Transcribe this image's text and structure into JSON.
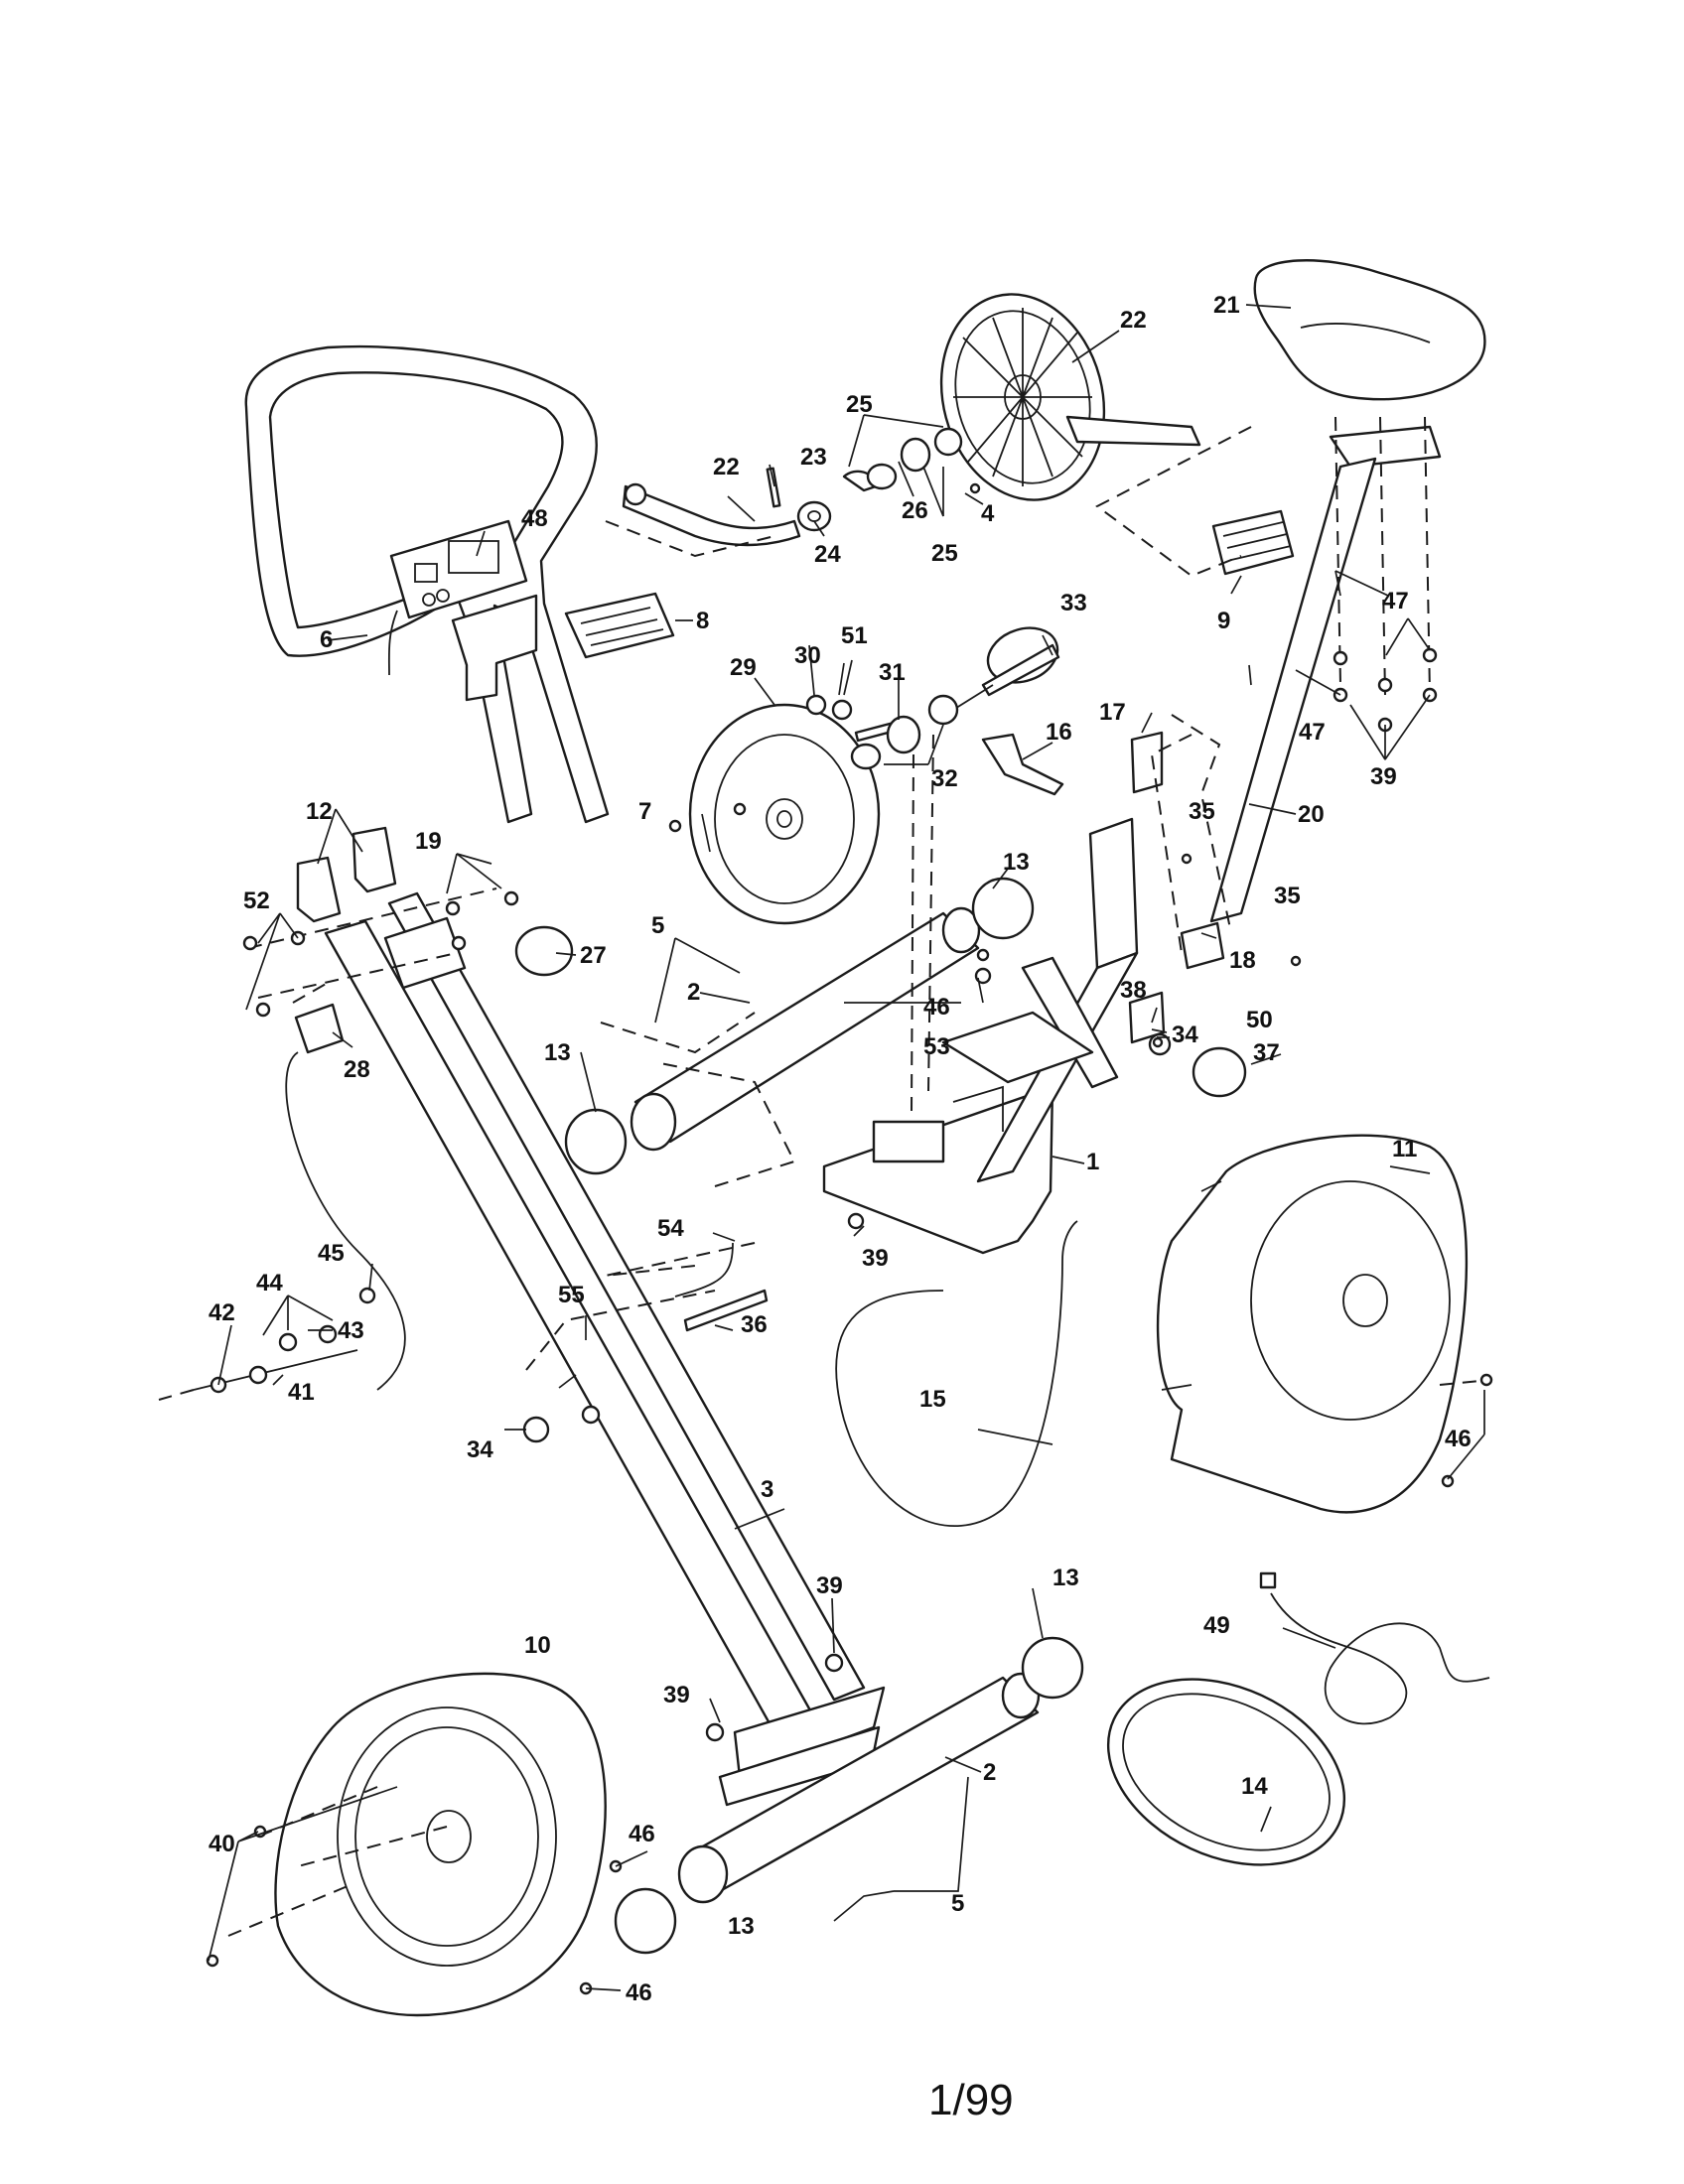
{
  "diagram": {
    "footer": "1/99",
    "callouts": {
      "c1": "1",
      "c2a": "2",
      "c2b": "2",
      "c3": "3",
      "c4": "4",
      "c5a": "5",
      "c5b": "5",
      "c6": "6",
      "c7": "7",
      "c8": "8",
      "c9": "9",
      "c10": "10",
      "c11": "11",
      "c12": "12",
      "c13a": "13",
      "c13b": "13",
      "c13c": "13",
      "c13d": "13",
      "c14": "14",
      "c15": "15",
      "c16": "16",
      "c17": "17",
      "c18": "18",
      "c19": "19",
      "c20": "20",
      "c21": "21",
      "c22a": "22",
      "c22b": "22",
      "c23": "23",
      "c24": "24",
      "c25a": "25",
      "c25b": "25",
      "c26": "26",
      "c27": "27",
      "c28": "28",
      "c29": "29",
      "c30": "30",
      "c31": "31",
      "c32": "32",
      "c33": "33",
      "c34a": "34",
      "c34b": "34",
      "c35a": "35",
      "c35b": "35",
      "c36": "36",
      "c37": "37",
      "c38": "38",
      "c39a": "39",
      "c39b": "39",
      "c39c": "39",
      "c39d": "39",
      "c40": "40",
      "c41": "41",
      "c42": "42",
      "c43": "43",
      "c44": "44",
      "c45": "45",
      "c46a": "46",
      "c46b": "46",
      "c46c": "46",
      "c46d": "46",
      "c47a": "47",
      "c47b": "47",
      "c48": "48",
      "c49": "49",
      "c50": "50",
      "c51": "51",
      "c52": "52",
      "c53": "53",
      "c54": "54",
      "c55": "55"
    }
  }
}
